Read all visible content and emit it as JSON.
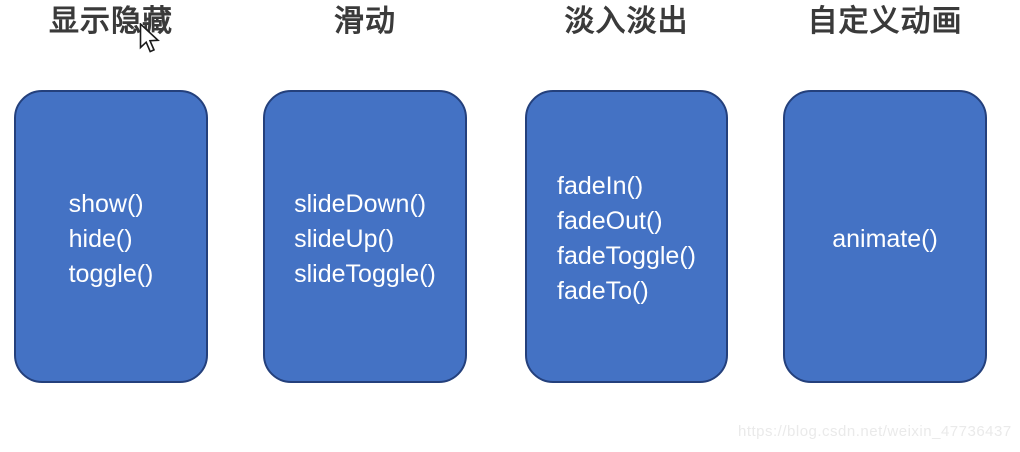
{
  "colors": {
    "card_fill": "#4472c4",
    "card_border": "#24407c",
    "header_text": "#3a3a3a",
    "method_text": "#ffffff",
    "watermark_text": "#eaeaea",
    "background": "#ffffff"
  },
  "cards": [
    {
      "title": "显示隐藏",
      "methods": [
        "show()",
        "hide()",
        "toggle()"
      ]
    },
    {
      "title": "滑动",
      "methods": [
        "slideDown()",
        "slideUp()",
        "slideToggle()"
      ]
    },
    {
      "title": "淡入淡出",
      "methods": [
        "fadeIn()",
        "fadeOut()",
        "fadeToggle()",
        "fadeTo()"
      ]
    },
    {
      "title": "自定义动画",
      "methods": [
        "animate()"
      ]
    }
  ],
  "cursor": {
    "type": "arrow-pointer"
  },
  "watermark": {
    "text": "https://blog.csdn.net/weixin_47736437"
  }
}
